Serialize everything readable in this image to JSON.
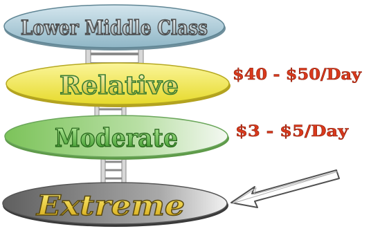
{
  "levels": [
    {
      "label": "Lower Middle Class",
      "color": "#a9cbd8"
    },
    {
      "label": "Relative",
      "color": "#f2e94a"
    },
    {
      "label": "Moderate",
      "color": "#9bd07a"
    },
    {
      "label": "Extreme",
      "color": "#7f7f7f"
    }
  ],
  "rates": [
    {
      "text": "$40 - $50/Day",
      "color": "#d9391c"
    },
    {
      "text": "$3 - $5/Day",
      "color": "#d9391c"
    }
  ],
  "icons": {
    "ladder": "ladder-icon",
    "arrow": "arrow-icon"
  }
}
